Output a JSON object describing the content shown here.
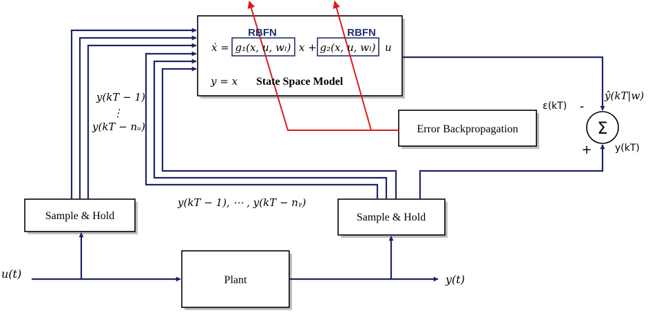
{
  "blocks": {
    "state_space_model": "State Space Model",
    "error_backprop": "Error Backpropagation",
    "sample_hold_left": "Sample & Hold",
    "sample_hold_right": "Sample & Hold",
    "plant": "Plant",
    "sum_symbol": "Σ"
  },
  "equations": {
    "rbfn_1": "RBFN",
    "rbfn_2": "RBFN",
    "xdot": "ẋ =",
    "g1": "g₁(x, u, wₗ)",
    "x_plus": "x +",
    "g2": "g₂(x, u, wₗ)",
    "u": "u",
    "output_eq": "y = x"
  },
  "signals": {
    "input": "u(t)",
    "output": "y(t)",
    "delayed_y_top": "y(kT − 1)",
    "vdots": "⋮",
    "delayed_y_nu": "y(kT − nᵤ)",
    "delayed_y_ny": "y(kT − 1), ⋯ , y(kT − nᵧ)",
    "epsilon": "ε(kT)",
    "yhat": "ŷ(kT|w)",
    "ykt": "y(kT)",
    "minus": "-",
    "plus": "+"
  },
  "colors": {
    "signal_lines": "#1a2466",
    "backprop_lines": "#e01818",
    "rbfn_text": "#1f2f6b"
  }
}
